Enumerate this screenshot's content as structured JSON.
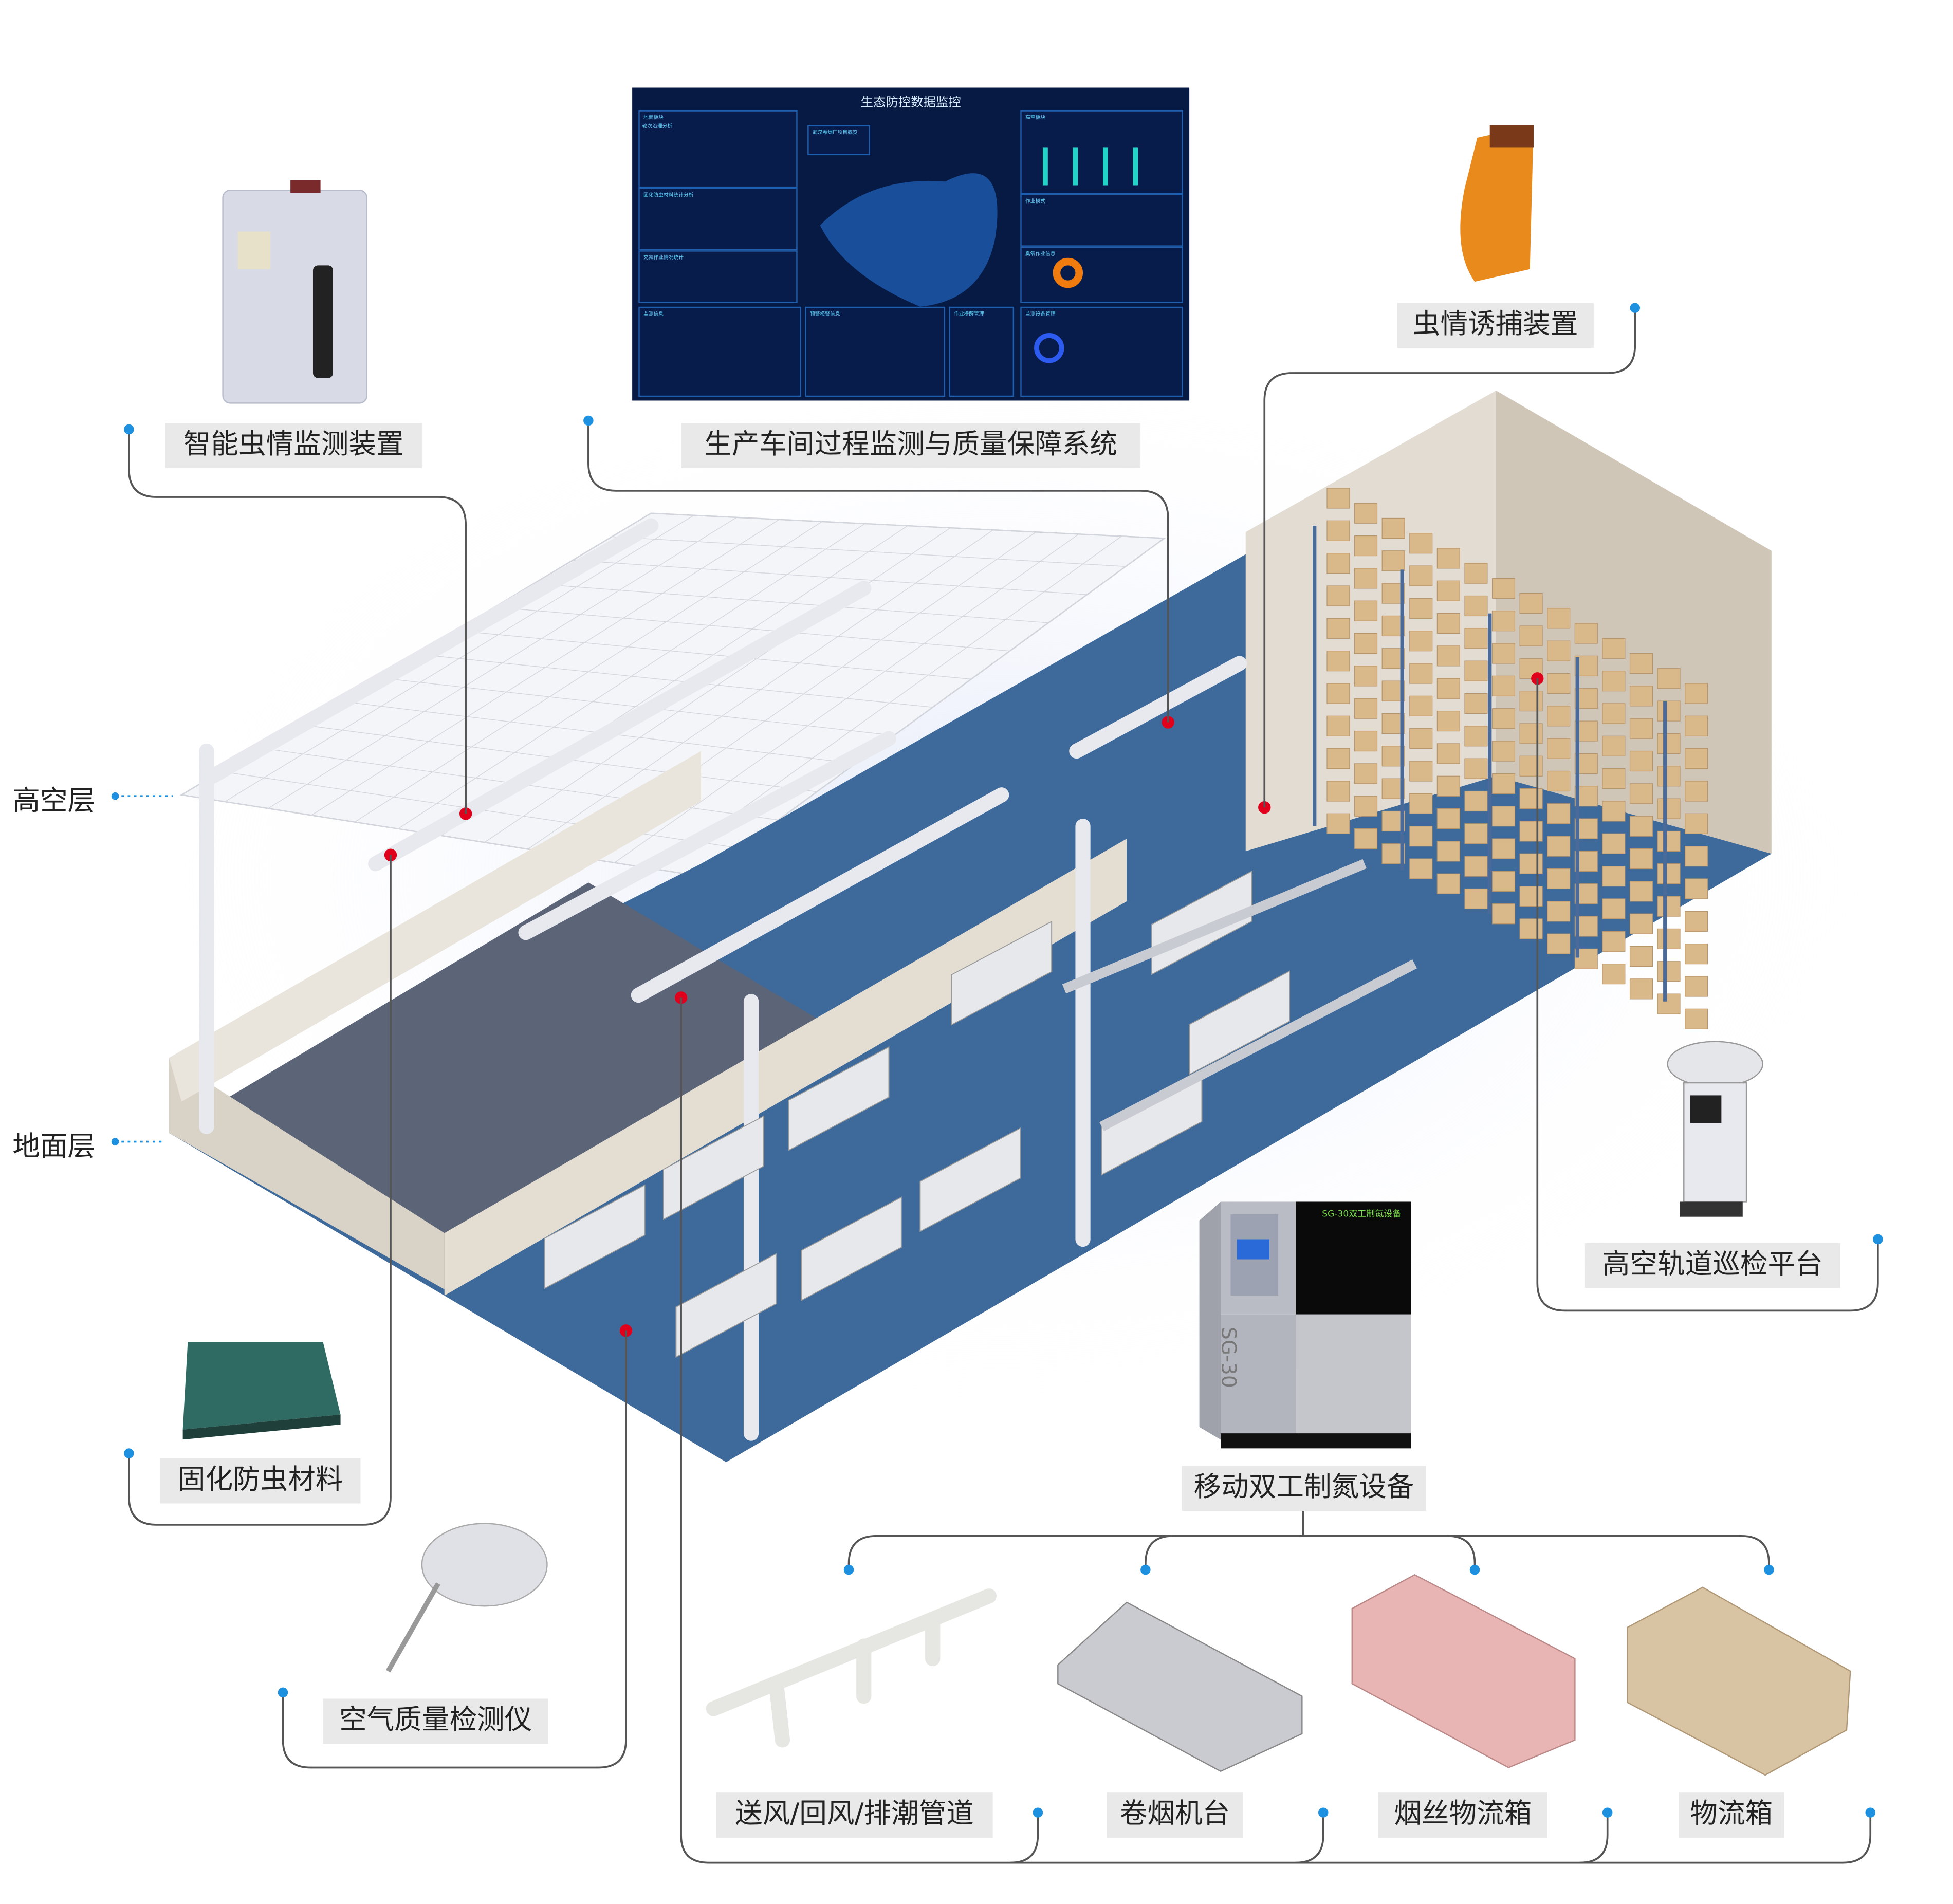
{
  "layers": {
    "high": "高空层",
    "ground": "地面层"
  },
  "labels": {
    "pest_monitor": "智能虫情监测装置",
    "process_system": "生产车间过程监测与质量保障系统",
    "pest_trap": "虫情诱捕装置",
    "rail_platform": "高空轨道巡检平台",
    "cured_material": "固化防虫材料",
    "air_quality": "空气质量检测仪",
    "nitrogen_device": "移动双工制氮设备",
    "ducts": "送风/回风/排潮管道",
    "cigarette_machine": "卷烟机台",
    "tobacco_box": "烟丝物流箱",
    "logistics_box": "物流箱"
  },
  "dashboard": {
    "title": "生态防控数据监控",
    "panels": [
      "地面板块",
      "轮次治理分析",
      "固化防虫材料统计分析",
      "充氮作业情况统计",
      "武汉卷烟厂项目概览",
      "高空板块",
      "作业模式",
      "臭氧作业信息",
      "监测信息",
      "预警报警信息",
      "作业提醒管理",
      "监测设备管理"
    ],
    "bars": [
      100,
      100,
      100,
      100
    ]
  },
  "device": {
    "brand": "SG-30双工制氮设备",
    "model": "SG-30"
  },
  "colors": {
    "accent": "#1e90e0",
    "marker": "#e0001b",
    "floor": "#3d6a9a",
    "wall": "#d9d2c6",
    "label_bg": "#e9e9e9",
    "line": "#555555"
  }
}
